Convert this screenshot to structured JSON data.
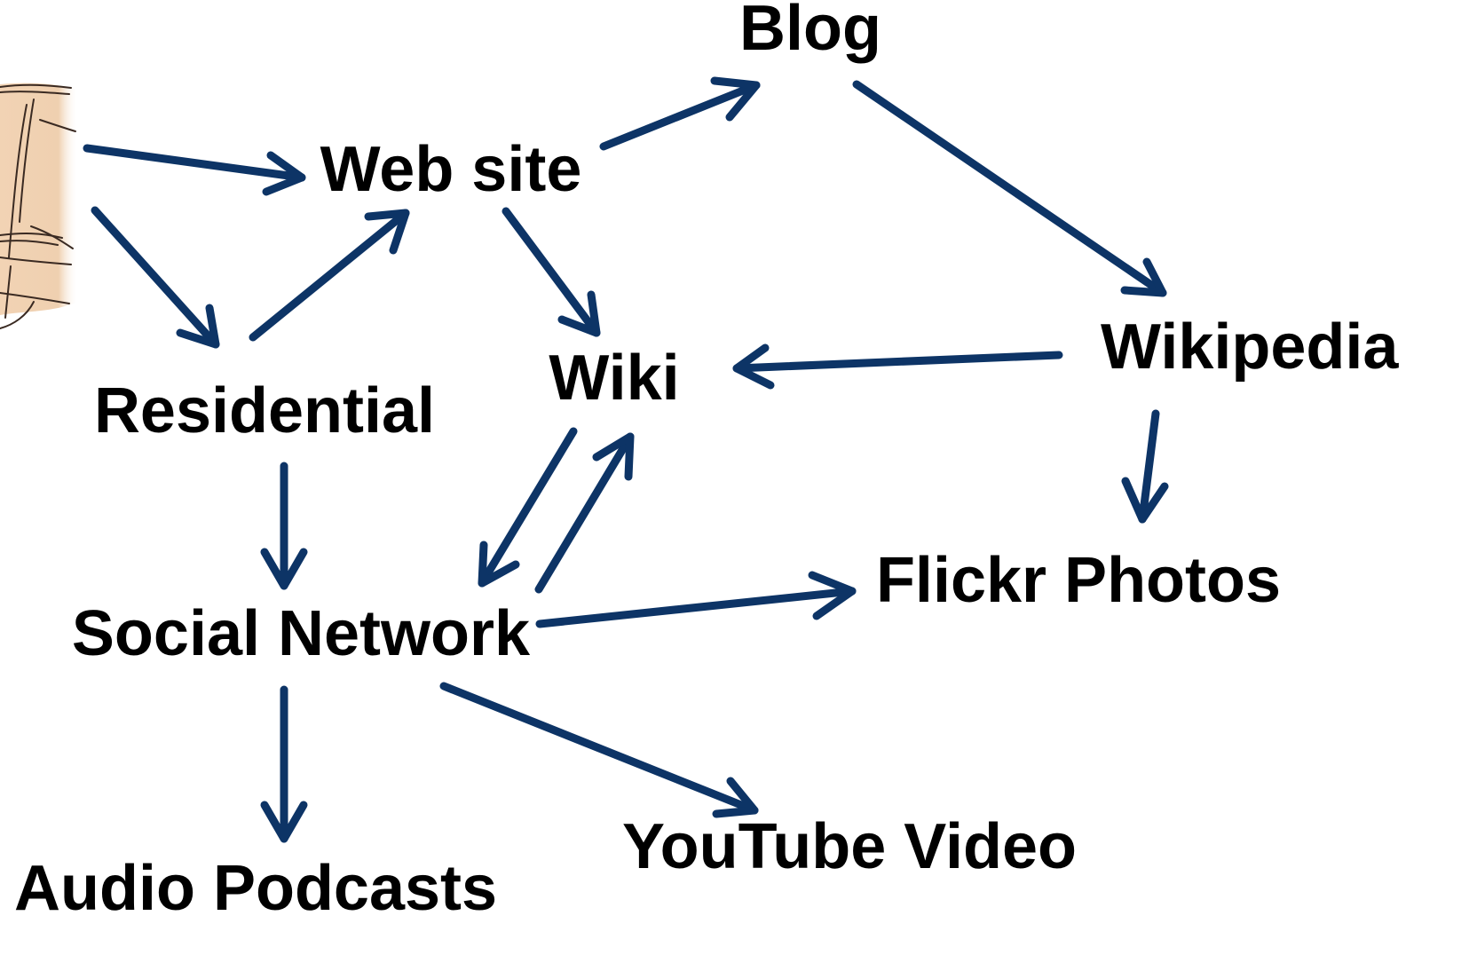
{
  "accent_color": "#0d3466",
  "nodes": [
    {
      "id": "source",
      "label": "",
      "icon": "hand-sketch-icon"
    },
    {
      "id": "web-site",
      "label": "Web site"
    },
    {
      "id": "blog",
      "label": "Blog"
    },
    {
      "id": "residential",
      "label": "Residential"
    },
    {
      "id": "wiki",
      "label": "Wiki"
    },
    {
      "id": "wikipedia",
      "label": "Wikipedia"
    },
    {
      "id": "social-network",
      "label": "Social Network"
    },
    {
      "id": "flickr-photos",
      "label": "Flickr Photos"
    },
    {
      "id": "youtube-video",
      "label": "YouTube Video"
    },
    {
      "id": "audio-podcasts",
      "label": "Audio Podcasts"
    }
  ],
  "edges": [
    {
      "from": "source",
      "to": "web-site"
    },
    {
      "from": "source",
      "to": "residential"
    },
    {
      "from": "residential",
      "to": "web-site"
    },
    {
      "from": "web-site",
      "to": "blog"
    },
    {
      "from": "web-site",
      "to": "wiki"
    },
    {
      "from": "blog",
      "to": "wikipedia"
    },
    {
      "from": "wikipedia",
      "to": "wiki"
    },
    {
      "from": "wikipedia",
      "to": "flickr-photos"
    },
    {
      "from": "residential",
      "to": "social-network"
    },
    {
      "from": "wiki",
      "to": "social-network"
    },
    {
      "from": "social-network",
      "to": "wiki"
    },
    {
      "from": "social-network",
      "to": "flickr-photos"
    },
    {
      "from": "social-network",
      "to": "youtube-video"
    },
    {
      "from": "social-network",
      "to": "audio-podcasts"
    }
  ]
}
